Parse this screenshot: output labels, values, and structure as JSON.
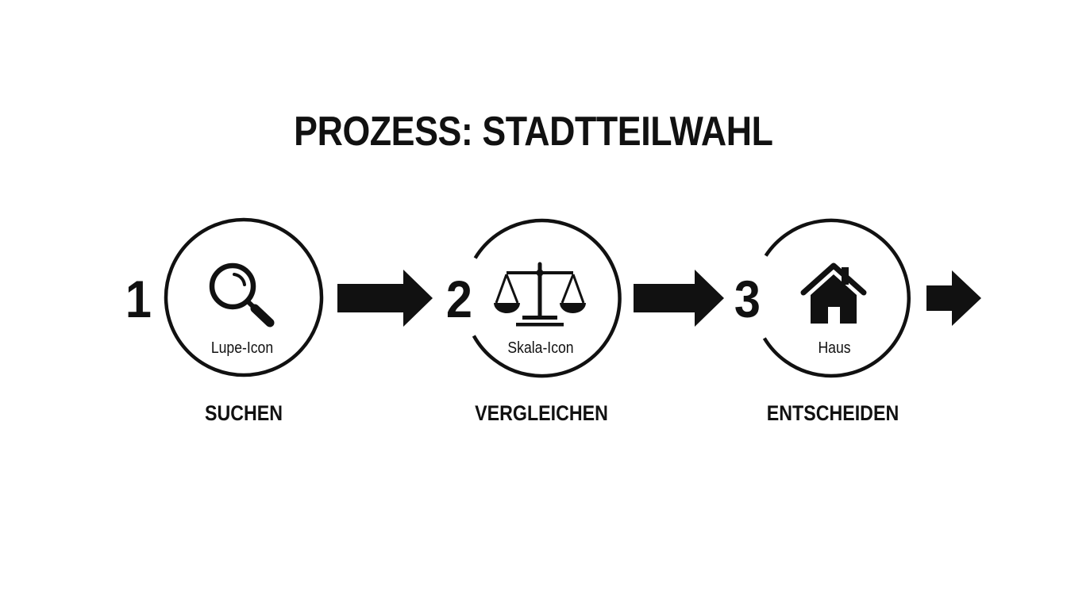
{
  "title": "PROZESS: STADTTEILWAHL",
  "colors": {
    "background": "#ffffff",
    "foreground": "#111111"
  },
  "steps": [
    {
      "number": "1",
      "icon": "magnifier-icon",
      "icon_label": "Lupe-Icon",
      "label": "SUCHEN"
    },
    {
      "number": "2",
      "icon": "scale-icon",
      "icon_label": "Skala-Icon",
      "label": "VERGLEICHEN"
    },
    {
      "number": "3",
      "icon": "house-icon",
      "icon_label": "Haus",
      "label": "ENTSCHEIDEN"
    }
  ],
  "arrows": [
    {
      "from": "1",
      "to": "2"
    },
    {
      "from": "2",
      "to": "3"
    },
    {
      "from": "3",
      "to": "next"
    }
  ]
}
